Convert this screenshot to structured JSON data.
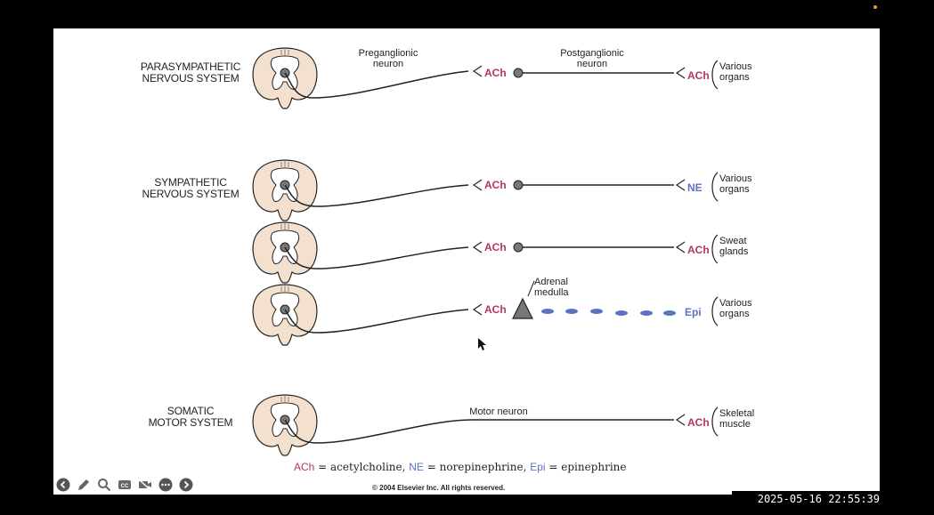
{
  "diagram": {
    "systems": {
      "parasympathetic": "PARASYMPATHETIC\nNERVOUS SYSTEM",
      "sympathetic": "SYMPATHETIC\nNERVOUS SYSTEM",
      "somatic": "SOMATIC\nMOTOR SYSTEM"
    },
    "labels": {
      "preganglionic": "Preganglionic\nneuron",
      "postganglionic": "Postganglionic\nneuron",
      "adrenal": "Adrenal\nmedulla",
      "motor": "Motor neuron"
    },
    "transmitters": {
      "ach": "ACh",
      "ne": "NE",
      "epi": "Epi"
    },
    "targets": {
      "various": "Various\norgans",
      "sweat": "Sweat\nglands",
      "skeletal": "Skeletal\nmuscle"
    },
    "legend": {
      "ach": "ACh",
      "ach_def": " = acetylcholine, ",
      "ne": "NE",
      "ne_def": " = norepinephrine, ",
      "epi": "Epi",
      "epi_def": " = epinephrine"
    },
    "copyright": "© 2004 Elsevier Inc. All rights reserved."
  },
  "toolbar": {
    "icons": [
      "back-icon",
      "pen-icon",
      "search-icon",
      "captions-icon",
      "camera-off-icon",
      "more-icon",
      "forward-icon"
    ]
  },
  "timestamp": "2025-05-16 22:55:39",
  "colors": {
    "ach": "#b5365c",
    "ne_epi": "#5a73c4",
    "cord_fill": "#f4e0cf",
    "background": "#000000"
  }
}
